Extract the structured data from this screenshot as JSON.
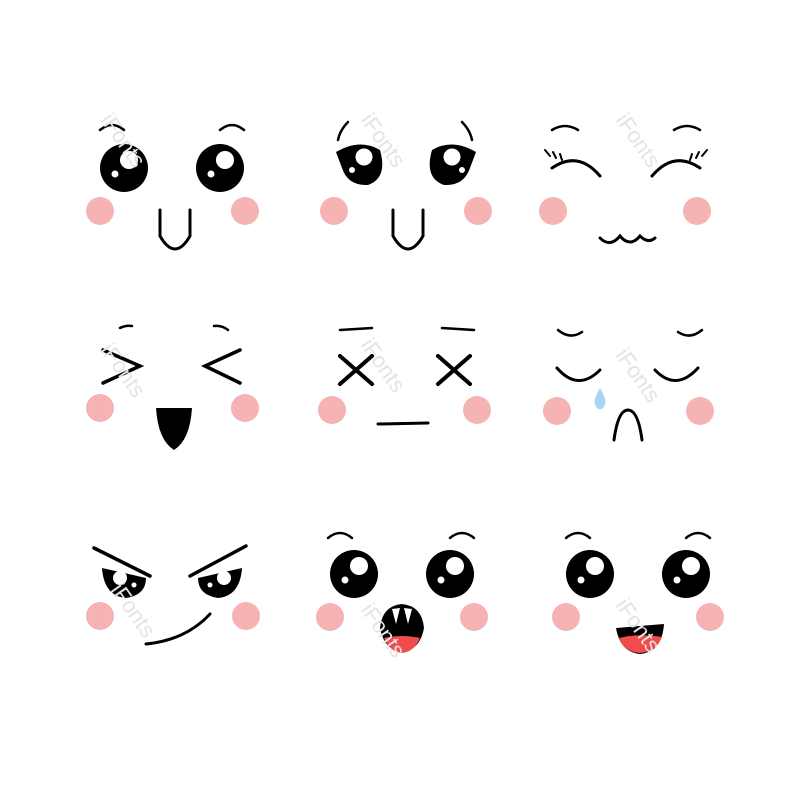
{
  "watermark": {
    "text": "iFonts"
  },
  "colors": {
    "background": "#ffffff",
    "ink": "#000000",
    "blush": "#f6b3b3",
    "tongue": "#f24b4b",
    "tear": "#a8d4f3",
    "watermark": "#e4e4e4"
  },
  "faces": [
    {
      "name": "happy-big-eyes-u-mouth"
    },
    {
      "name": "shy-side-eyes-u-mouth"
    },
    {
      "name": "smiling-closed-eyes-cat-mouth"
    },
    {
      "name": "squinting-laughing-open-mouth"
    },
    {
      "name": "dizzy-x-eyes-flat-mouth"
    },
    {
      "name": "crying-closed-eyes-tear"
    },
    {
      "name": "smirking-angry-eyes"
    },
    {
      "name": "excited-big-eyes-fang-mouth"
    },
    {
      "name": "cheerful-big-eyes-tongue-mouth"
    }
  ]
}
